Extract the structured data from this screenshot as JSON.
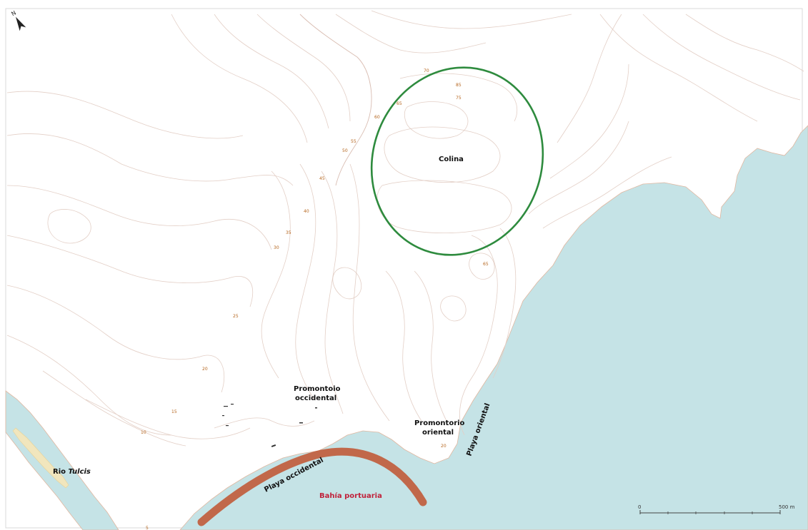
{
  "map": {
    "north_arrow": "N",
    "labels": {
      "colina": "Colina",
      "promontorio_occidental_1": "Promontoio",
      "promontorio_occidental_2": "occidental",
      "promontorio_oriental_1": "Promontorio",
      "promontorio_oriental_2": "oriental",
      "playa_occidental": "Playa occidental",
      "playa_oriental": "Playa oriental",
      "bahia_portuaria": "Bahía portuaria",
      "rio_prefix": "Rio ",
      "rio_name": "Tulcis"
    },
    "elevations": [
      "70",
      "85",
      "75",
      "65",
      "60",
      "55",
      "50",
      "45",
      "40",
      "35",
      "30",
      "25",
      "20",
      "15",
      "10",
      "5",
      "65",
      "20"
    ],
    "scale": {
      "start": "0",
      "end": "500 m"
    },
    "colors": {
      "sea": "#c5e3e6",
      "land": "#ffffff",
      "contour": "#e3cfc6",
      "hill_outline": "#2e8b3e",
      "bay_highlight": "#c0522e",
      "bay_label": "#c0213a",
      "river_sand": "#f1e6bd"
    }
  }
}
